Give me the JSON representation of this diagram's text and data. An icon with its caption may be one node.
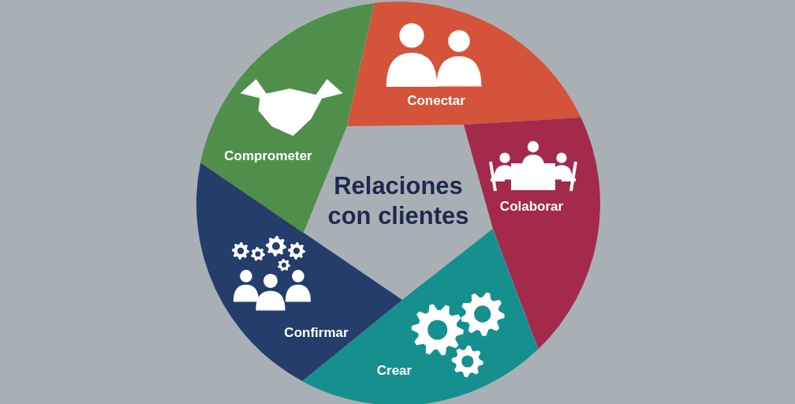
{
  "diagram": {
    "nodes": [
      {
        "text": [
          "Relaciones con clientes"
        ]
      },
      {
        "text": [
          "Conectar"
        ]
      },
      {
        "text": [
          "Colaborar"
        ]
      },
      {
        "text": [
          "Crear"
        ]
      },
      {
        "text": [
          "Confirmar"
        ]
      },
      {
        "text": [
          "Comprometer"
        ]
      }
    ]
  }
}
